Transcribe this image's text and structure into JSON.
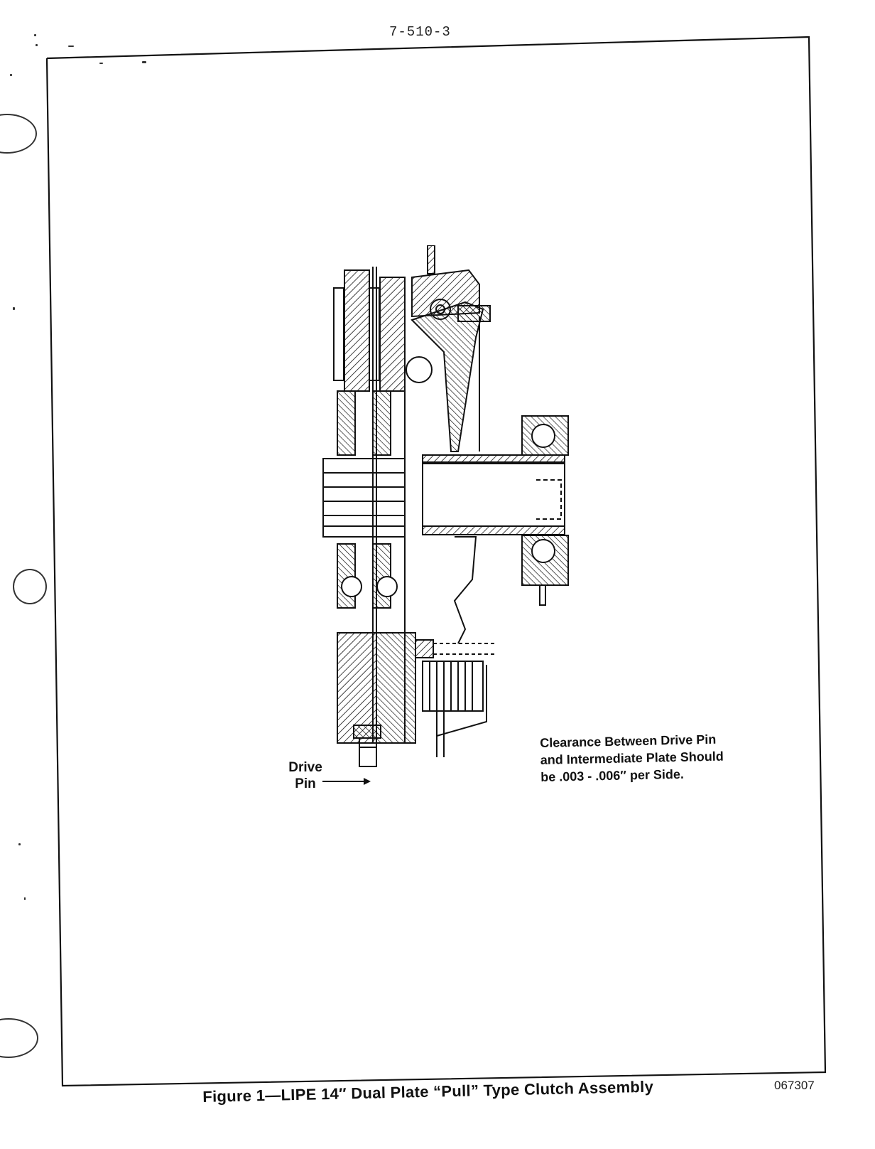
{
  "page_number": "7-510-3",
  "drawing": {
    "drive_pin_label": [
      "Drive",
      "Pin"
    ],
    "clearance_note": [
      "Clearance Between Drive Pin",
      "and Intermediate Plate Should",
      "be .003 - .006″ per Side."
    ]
  },
  "caption": "Figure 1—LIPE 14″ Dual Plate “Pull” Type Clutch Assembly",
  "figure_id": "067307"
}
